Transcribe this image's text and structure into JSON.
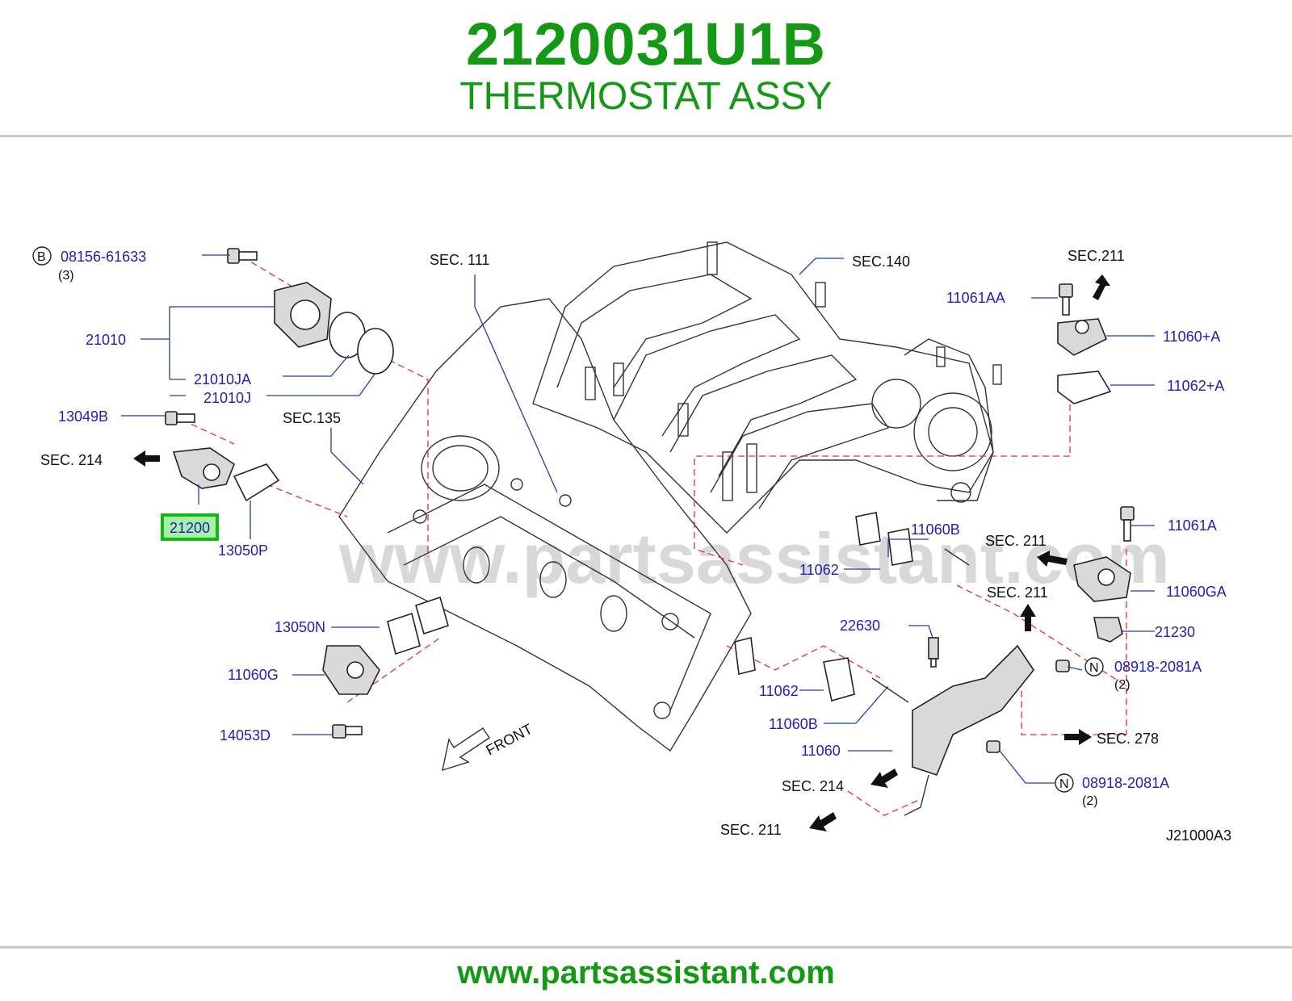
{
  "header": {
    "part_number": "2120031U1B",
    "part_name": "THERMOSTAT ASSY"
  },
  "watermark": "www.partsassistant.com",
  "footer": {
    "url": "www.partsassistant.com"
  },
  "diagram": {
    "code": "J21000A3",
    "front_label": "FRONT",
    "colors": {
      "title_green": "#149914",
      "label_blue": "#1f1fb4",
      "highlight_green": "#14b814",
      "dash_red": "#e03030"
    },
    "circle_markers": {
      "b": "B",
      "n1": "N",
      "n2": "N"
    },
    "part_labels": {
      "p08156_61633": "08156-61633",
      "qty_3": "(3)",
      "p21010": "21010",
      "p21010JA": "21010JA",
      "p21010J": "21010J",
      "p13049B": "13049B",
      "p21200": "21200",
      "p13050P": "13050P",
      "p13050N": "13050N",
      "p11060G": "11060G",
      "p14053D": "14053D",
      "p11061AA": "11061AA",
      "p11060A": "11060+A",
      "p11062A": "11062+A",
      "p11060B_upper": "11060B",
      "p11062_upper": "11062",
      "p11061A": "11061A",
      "p11060GA": "11060GA",
      "p21230": "21230",
      "p22630": "22630",
      "p08918_1": "08918-2081A",
      "qty_2a": "(2)",
      "p11062_lower": "11062",
      "p11060B_lower": "11060B",
      "p11060": "11060",
      "p08918_2": "08918-2081A",
      "qty_2b": "(2)"
    },
    "section_labels": {
      "sec111": "SEC.  111",
      "sec140": "SEC.140",
      "sec135": "SEC.135",
      "sec214_left": "SEC.  214",
      "sec211_top": "SEC.211",
      "sec211_mid": "SEC.  211",
      "sec211_right": "SEC.  211",
      "sec278": "SEC.  278",
      "sec214_bottom": "SEC.  214",
      "sec211_bottom": "SEC.  211"
    }
  }
}
